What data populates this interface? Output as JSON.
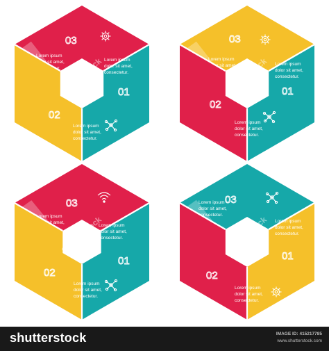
{
  "colors": {
    "red": "#E0204A",
    "teal": "#16A8A9",
    "yellow": "#F5C02A",
    "white": "#FFFFFF"
  },
  "segment_text": [
    "Lorem ipsum",
    "dolor sit amet,",
    "consectetur."
  ],
  "diagrams": [
    {
      "id": "top-left",
      "segments": [
        {
          "color": "red",
          "number": "03",
          "icon": "wifi-icon"
        },
        {
          "color": "teal",
          "number": "01",
          "icon": "gear-icon"
        },
        {
          "color": "yellow",
          "number": "02",
          "icon": "molecule-icon"
        }
      ]
    },
    {
      "id": "top-right",
      "segments": [
        {
          "color": "yellow",
          "number": "03",
          "icon": "wifi-icon"
        },
        {
          "color": "teal",
          "number": "01",
          "icon": "gear-icon"
        },
        {
          "color": "red",
          "number": "02",
          "icon": "molecule-icon"
        }
      ]
    },
    {
      "id": "bottom-left",
      "segments": [
        {
          "color": "red",
          "number": "03",
          "icon": "gear-icon"
        },
        {
          "color": "teal",
          "number": "01",
          "icon": "wifi-icon"
        },
        {
          "color": "yellow",
          "number": "02",
          "icon": "molecule-icon"
        }
      ]
    },
    {
      "id": "bottom-right",
      "segments": [
        {
          "color": "teal",
          "number": "03",
          "icon": "wifi-icon"
        },
        {
          "color": "yellow",
          "number": "01",
          "icon": "molecule-icon"
        },
        {
          "color": "red",
          "number": "02",
          "icon": "gear-icon"
        }
      ]
    }
  ],
  "watermark": "shutterstock",
  "footer": {
    "logo": "shutterstock",
    "image_id": "IMAGE ID: 415217785",
    "site": "www.shutterstock.com"
  }
}
